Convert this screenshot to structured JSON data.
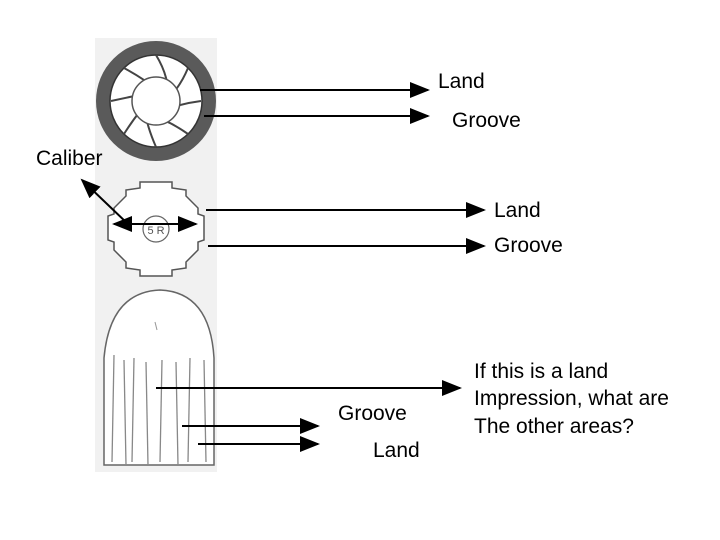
{
  "labels": {
    "top_land": "Land",
    "top_groove": "Groove",
    "caliber": "Caliber",
    "mid_land": "Land",
    "mid_groove": "Groove",
    "bottom_groove": "Groove",
    "bottom_land": "Land"
  },
  "question": {
    "line1": "If this is a land",
    "line2": "Impression, what are",
    "line3": "The other areas?"
  },
  "figure": {
    "stamp_text": "5 R"
  }
}
